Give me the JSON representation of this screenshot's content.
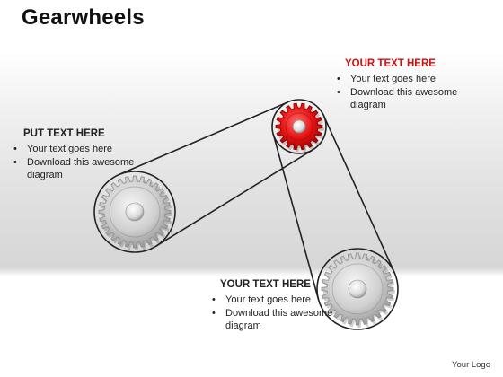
{
  "title": "Gearwheels",
  "blocks": {
    "top": {
      "heading": "YOUR TEXT HERE",
      "items": [
        "Your text goes here",
        "Download this awesome diagram"
      ]
    },
    "left": {
      "heading": "PUT TEXT HERE",
      "items": [
        "Your text goes here",
        "Download this awesome diagram"
      ]
    },
    "bottom": {
      "heading": "YOUR TEXT HERE",
      "items": [
        "Your text goes here",
        "Download this awesome diagram"
      ]
    }
  },
  "logo": "Your Logo",
  "gears": [
    {
      "name": "red-drive-gear",
      "color": "#e01414",
      "teeth": 18
    },
    {
      "name": "left-silver-gear",
      "color": "#c9c9c9",
      "teeth": 28
    },
    {
      "name": "bottom-silver-gear",
      "color": "#c9c9c9",
      "teeth": 28
    }
  ],
  "colors": {
    "accent": "#cc1111",
    "belt": "#222222"
  }
}
